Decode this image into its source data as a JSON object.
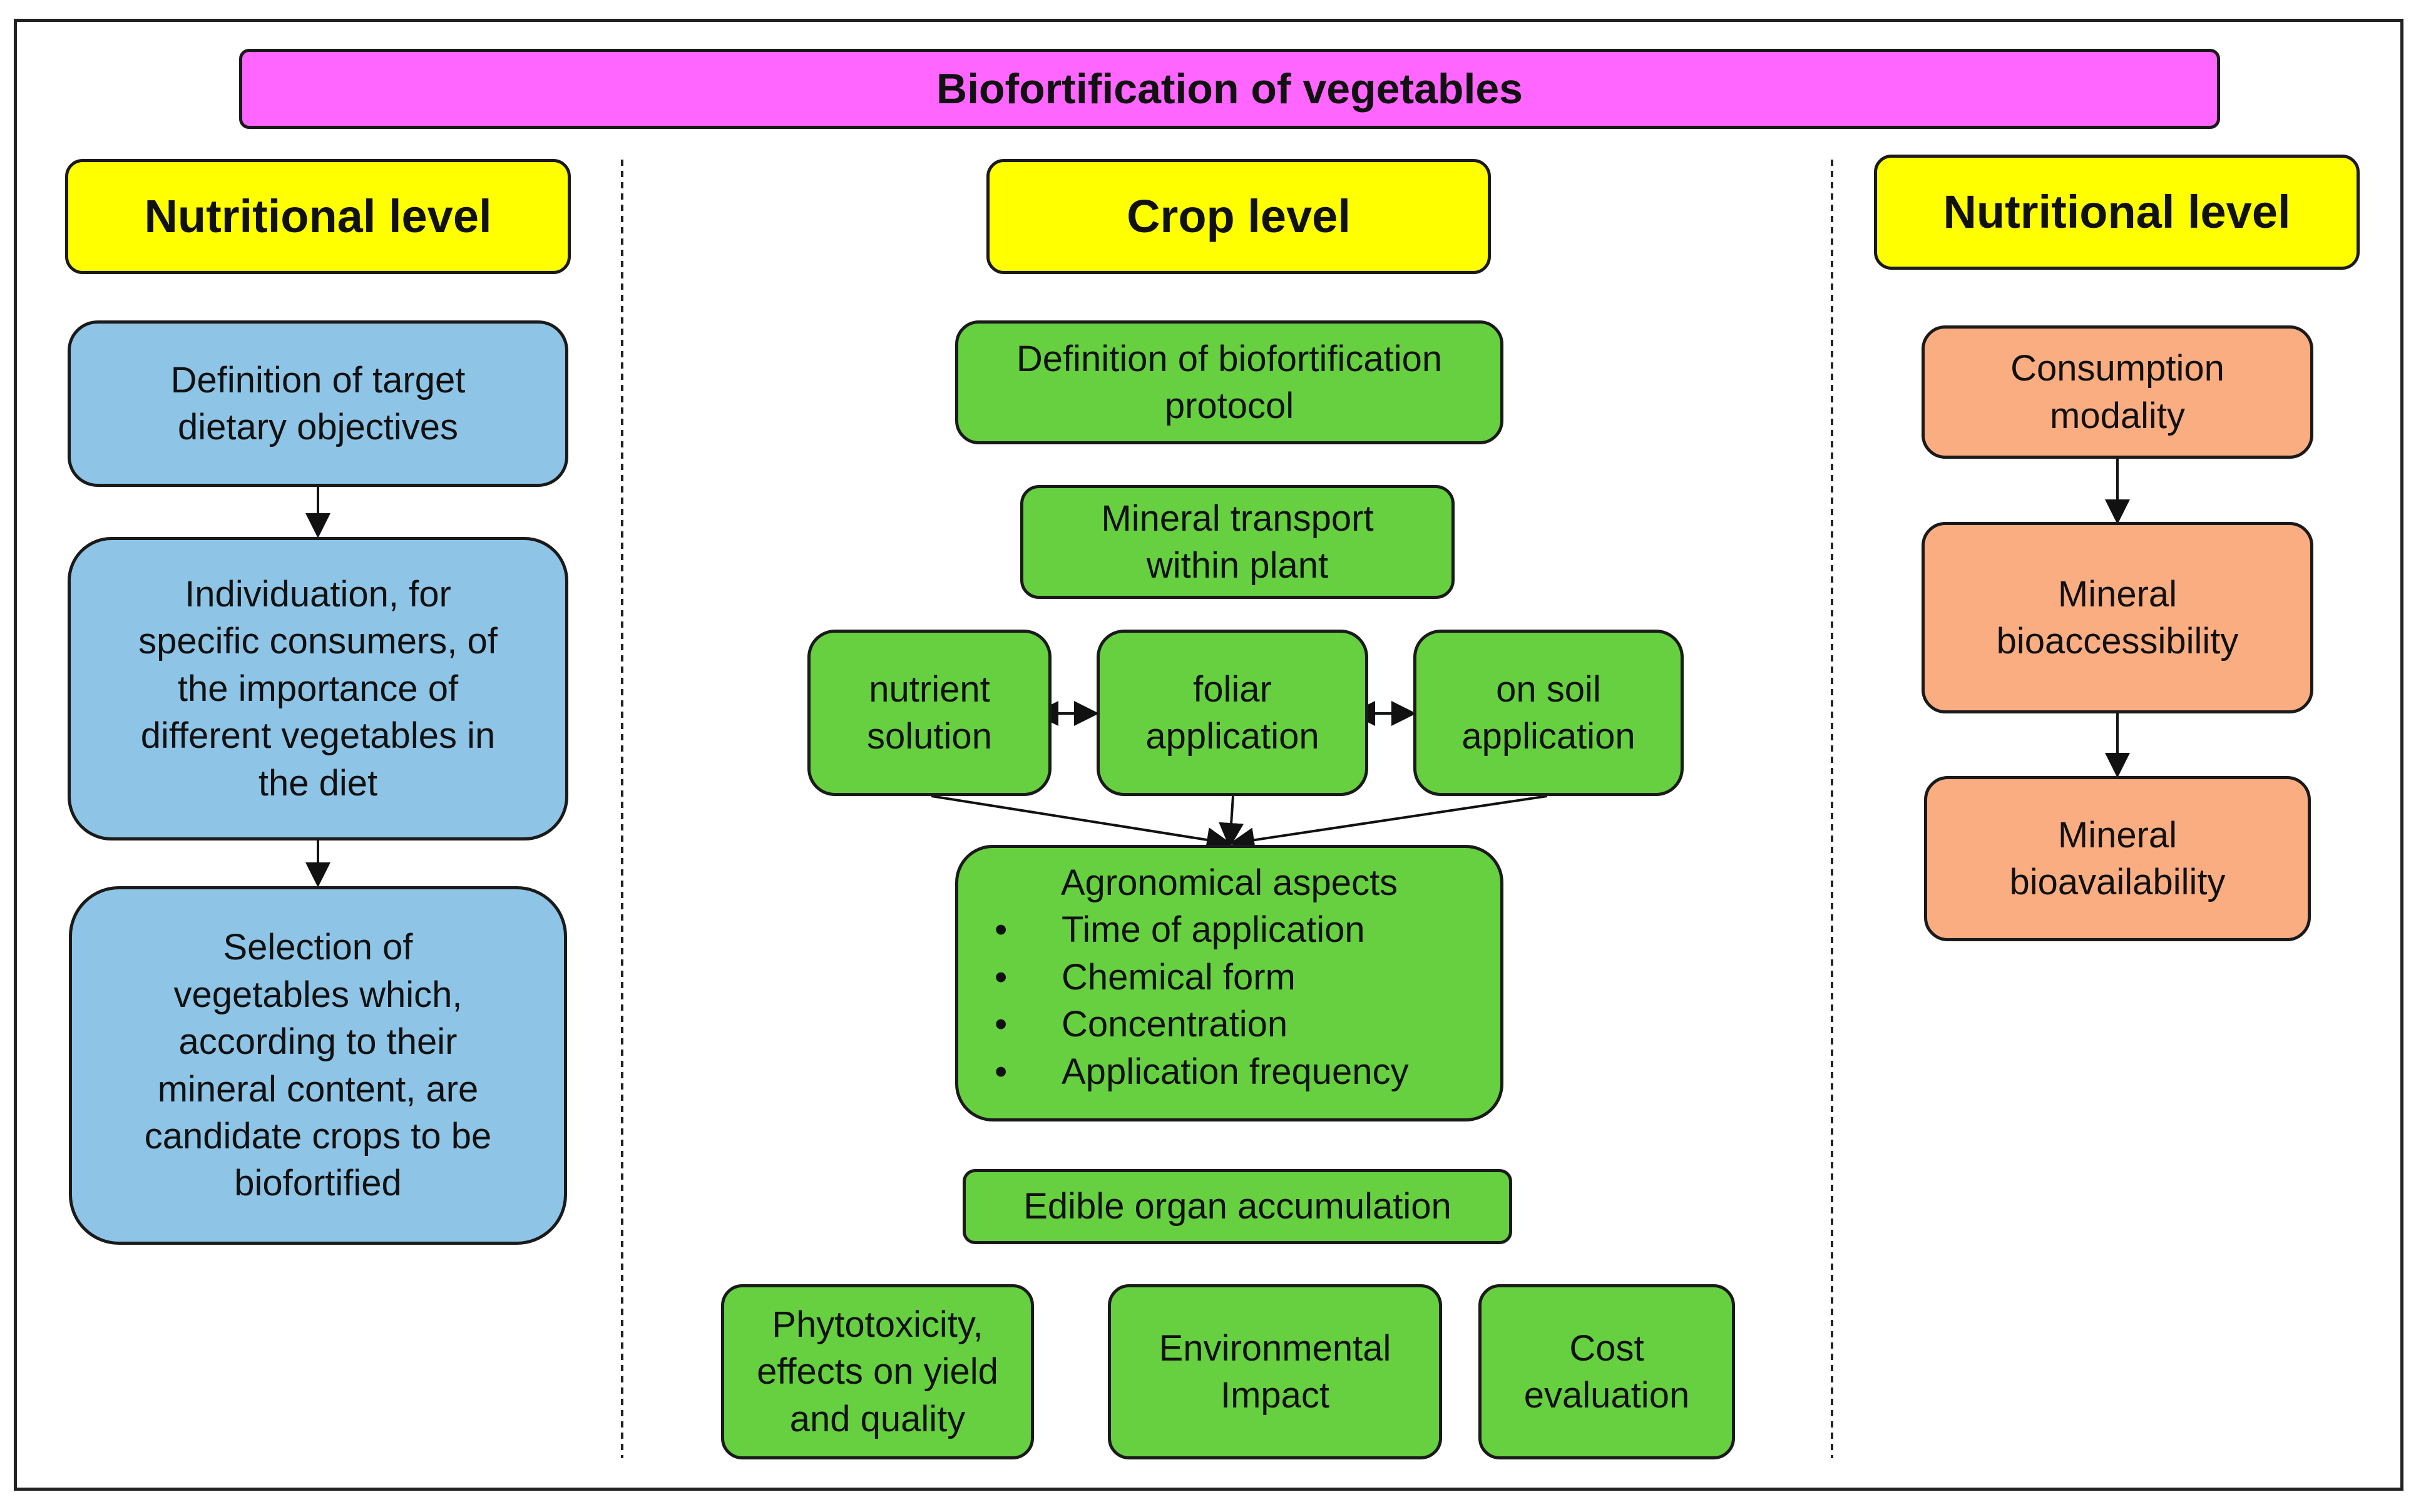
{
  "title": "Biofortification  of vegetables",
  "columns": {
    "left": {
      "header": "Nutritional  level",
      "boxes": [
        [
          "Definition of target",
          "dietary objectives"
        ],
        [
          "Individuation, for",
          "specific consumers, of",
          "the importance of",
          "different vegetables in",
          "the diet"
        ],
        [
          "Selection of",
          "vegetables which,",
          "according to their",
          "mineral content, are",
          "candidate crops to be",
          "biofortified"
        ]
      ]
    },
    "center": {
      "header": "Crop level",
      "protocol": [
        "Definition of biofortification",
        "protocol"
      ],
      "transport": [
        "Mineral transport",
        "within plant"
      ],
      "methods": [
        [
          "nutrient",
          "solution"
        ],
        [
          "foliar",
          "application"
        ],
        [
          "on soil",
          "application"
        ]
      ],
      "agronomical": {
        "heading": "Agronomical aspects",
        "bullets": [
          "Time of application",
          "Chemical form",
          "Concentration",
          "Application frequency"
        ]
      },
      "accumulation": "Edible organ accumulation",
      "outcomes": [
        [
          "Phytotoxicity,",
          "effects on yield",
          "and quality"
        ],
        [
          "Environmental",
          "Impact"
        ],
        [
          "Cost",
          "evaluation"
        ]
      ]
    },
    "right": {
      "header": "Nutritional  level",
      "boxes": [
        [
          "Consumption",
          "modality"
        ],
        [
          "Mineral",
          "bioaccessibility"
        ],
        [
          "Mineral",
          "bioavailability"
        ]
      ]
    }
  },
  "colors": {
    "title": "#ff66ff",
    "level_header": "#ffff00",
    "nutritional_boxes": "#8ec4e6",
    "crop_boxes": "#66d040",
    "consumer_boxes": "#fbad82",
    "border": "#1a1a1a"
  }
}
